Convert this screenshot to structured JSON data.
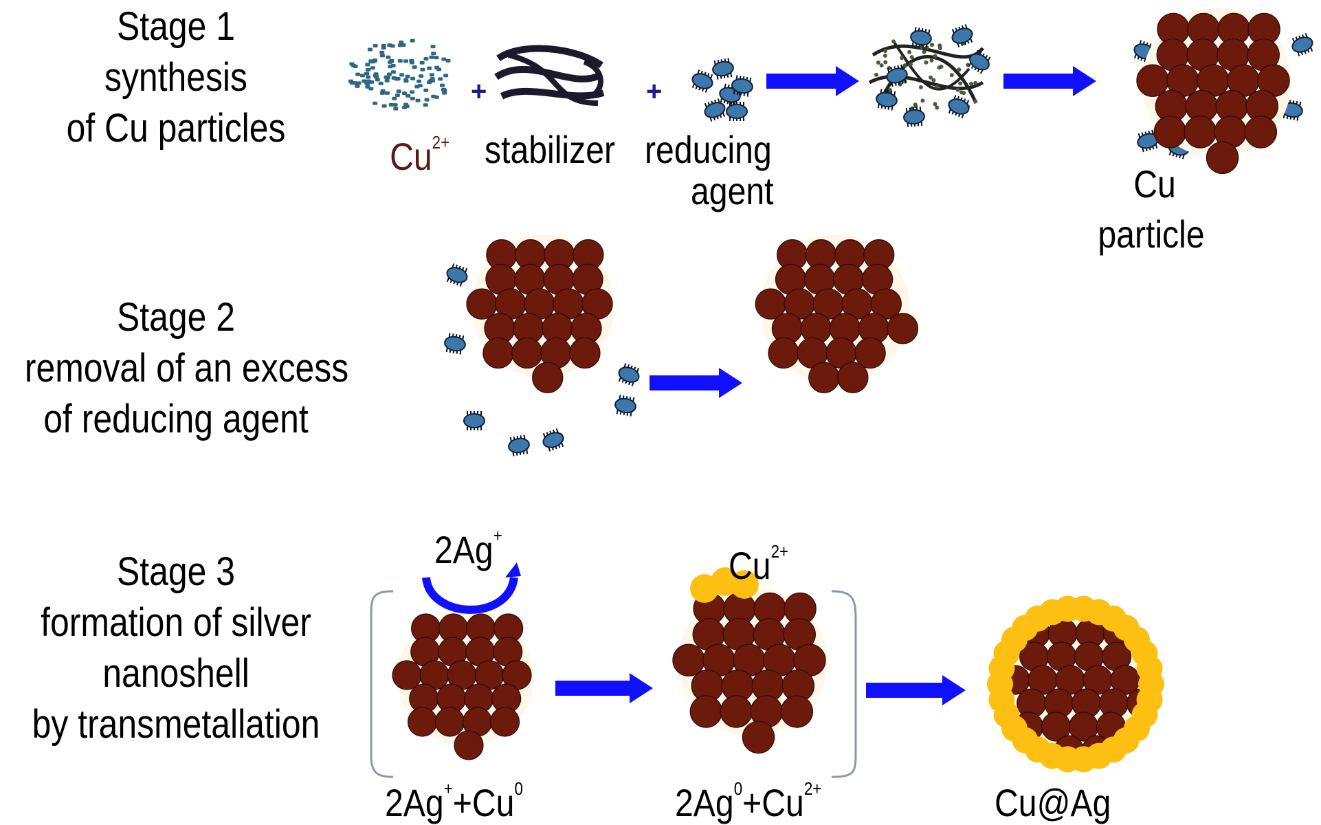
{
  "stages": [
    {
      "title": "Stage 1",
      "lines": [
        "synthesis",
        "of Cu particles"
      ]
    },
    {
      "title": "Stage 2",
      "lines": [
        "removal of an excess",
        "of reducing agent"
      ]
    },
    {
      "title": "Stage 3",
      "lines": [
        "formation of silver",
        "nanoshell",
        "by transmetallation"
      ]
    }
  ],
  "stage1": {
    "cu_ion": {
      "base": "Cu",
      "sup": "2+"
    },
    "stabilizer": "stabilizer",
    "reducing_agent": [
      "reducing",
      "agent"
    ],
    "product": [
      "Cu",
      "particle"
    ],
    "plus": "+"
  },
  "stage3": {
    "reagent": {
      "base": "2Ag",
      "sup": "+"
    },
    "released": {
      "base": "Cu",
      "sup": "2+"
    },
    "eq_left": {
      "a": "2Ag",
      "a_sup": "+",
      "b": "+Cu",
      "b_sup": "0"
    },
    "eq_mid": {
      "a": "2Ag",
      "a_sup": "0",
      "b": "+Cu",
      "b_sup": "2+"
    },
    "product": "Cu@Ag"
  },
  "colors": {
    "copper": "#6b1a0c",
    "copper_outline": "#2e0a04",
    "silver_shell": "#fdbf12",
    "arrow": "#1010ff",
    "reducing_agent": "#3d78ad",
    "cu_ion_text": "#5a1a10"
  }
}
